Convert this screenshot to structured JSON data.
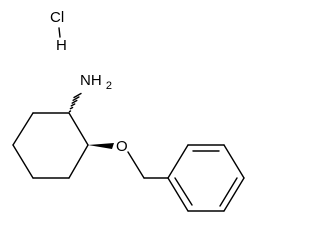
{
  "molecule": {
    "salt_acid": {
      "halogen_label": "Cl",
      "hydrogen_label": "H"
    },
    "amine_label": "NH2",
    "ether_oxygen_label": "O"
  },
  "colors": {
    "bond": "#000000",
    "text": "#000000",
    "background": "#ffffff"
  }
}
